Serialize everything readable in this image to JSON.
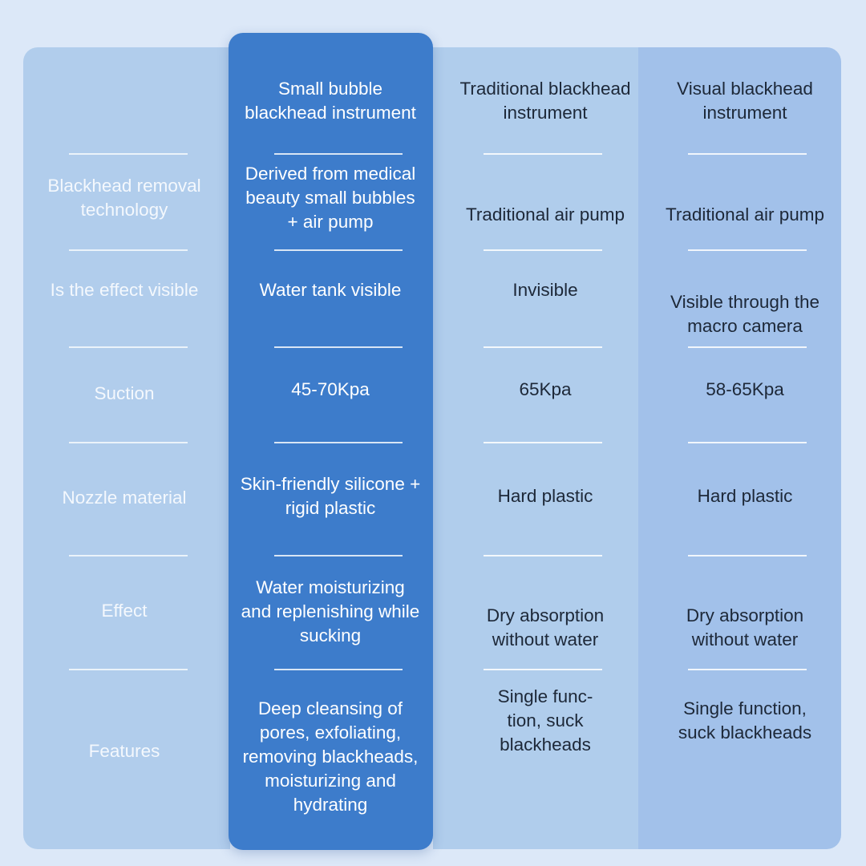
{
  "columns": {
    "bubble": {
      "title": "Small bubble blackhead instrument"
    },
    "traditional": {
      "title": "Traditional blackhead instrument"
    },
    "visual": {
      "title": "Visual blackhead instrument"
    }
  },
  "rows": [
    {
      "label": "Blackhead removal technology",
      "bubble": "Derived from medical beauty small bubbles + air pump",
      "traditional": "Traditional air pump",
      "visual": "Traditional air pump"
    },
    {
      "label": "Is the effect visible",
      "bubble": "Water tank visible",
      "traditional": "Invisible",
      "visual": "Visible through the macro camera"
    },
    {
      "label": "Suction",
      "bubble": "45-70Kpa",
      "traditional": "65Kpa",
      "visual": "58-65Kpa"
    },
    {
      "label": "Nozzle material",
      "bubble": "Skin-friendly silicone + rigid plastic",
      "traditional": "Hard plastic",
      "visual": "Hard plastic"
    },
    {
      "label": "Effect",
      "bubble": "Water moisturizing and replenishing while sucking",
      "traditional": "Dry absorption without water",
      "visual": "Dry absorption without water"
    },
    {
      "label": "Features",
      "bubble": "Deep cleansing of pores, exfoliating, removing blackheads, moisturizing and hydrating",
      "traditional": "Single func- tion, suck blackheads",
      "visual": "Single function, suck blackheads"
    }
  ],
  "colors": {
    "page_bg": "#dce8f8",
    "label_col": "#b1cdec",
    "bubble_col": "#3d7ccb",
    "traditional_col": "#b0cdec",
    "visual_col": "#a2c1ea"
  }
}
